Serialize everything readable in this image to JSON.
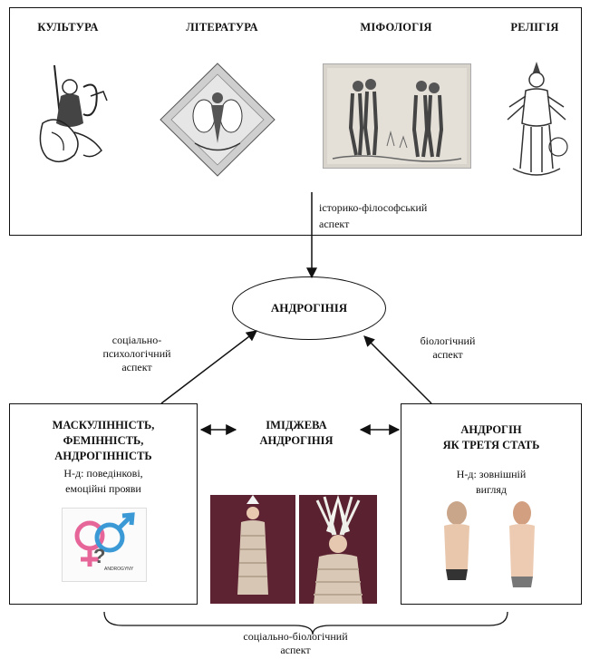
{
  "top_box": {
    "headers": [
      "КУЛЬТУРА",
      "ЛІТЕРАТУРА",
      "МІФОЛОГІЯ",
      "РЕЛІГІЯ"
    ],
    "aspect_label_line1": "історико-філософський",
    "aspect_label_line2": "аспект"
  },
  "center_node": {
    "label": "АНДРОГІНІЯ"
  },
  "left_aspect": {
    "line1": "соціально-",
    "line2": "психологічний",
    "line3": "аспект"
  },
  "right_aspect": {
    "line1": "біологічний",
    "line2": "аспект"
  },
  "left_box": {
    "title_line1": "МАСКУЛІННІСТЬ,",
    "title_line2": "ФЕМІННІСТЬ,",
    "title_line3": "АНДРОГІННІСТЬ",
    "sub_line1": "Н-д: поведінкові,",
    "sub_line2": "емоційні прояви",
    "logo_text": "ANDROGYNY"
  },
  "middle": {
    "line1": "ІМІДЖЕВА",
    "line2": "АНДРОГІНІЯ"
  },
  "right_box": {
    "title_line1": "АНДРОГІН",
    "title_line2": "ЯК ТРЕТЯ СТАТЬ",
    "sub_line1": "Н-д: зовнішній",
    "sub_line2": "вигляд"
  },
  "bottom": {
    "line1": "соціально-біологічний",
    "line2": "аспект"
  },
  "icons": [
    "heraldic-figure-image",
    "diamond-engraving-image",
    "mythology-engraving-image",
    "deity-image",
    "gender-symbols-image",
    "runway-model-image",
    "runway-model-image",
    "shirtless-person-image"
  ]
}
